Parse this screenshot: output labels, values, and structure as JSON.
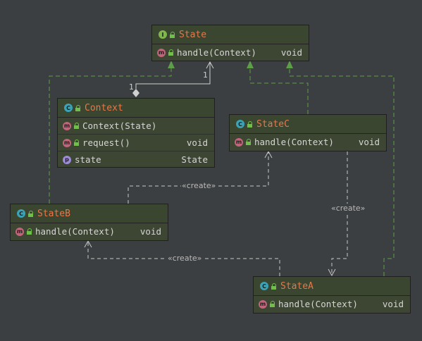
{
  "diagram": {
    "nodes": {
      "state": {
        "kind": "I",
        "title": "State",
        "rows": [
          {
            "kind": "m",
            "name": "handle(Context)",
            "type": "void"
          }
        ]
      },
      "context": {
        "kind": "C",
        "title": "Context",
        "rows": [
          {
            "kind": "m",
            "name": "Context(State)",
            "type": ""
          },
          {
            "kind": "m",
            "name": "request()",
            "type": "void"
          },
          {
            "kind": "p",
            "name": "state",
            "type": "State"
          }
        ]
      },
      "statec": {
        "kind": "C",
        "title": "StateC",
        "rows": [
          {
            "kind": "m",
            "name": "handle(Context)",
            "type": "void"
          }
        ]
      },
      "stateb": {
        "kind": "C",
        "title": "StateB",
        "rows": [
          {
            "kind": "m",
            "name": "handle(Context)",
            "type": "void"
          }
        ]
      },
      "statea": {
        "kind": "C",
        "title": "StateA",
        "rows": [
          {
            "kind": "m",
            "name": "handle(Context)",
            "type": "void"
          }
        ]
      }
    },
    "edge_labels": {
      "create_b_to_c": "«create»",
      "create_c_to_a": "«create»",
      "create_a_to_b": "«create»"
    },
    "multiplicity": {
      "context_end": "1",
      "state_end": "1"
    },
    "colors": {
      "realization": "#5f9e48",
      "dependency": "#c8c8c8",
      "title": "#e8774a"
    }
  }
}
